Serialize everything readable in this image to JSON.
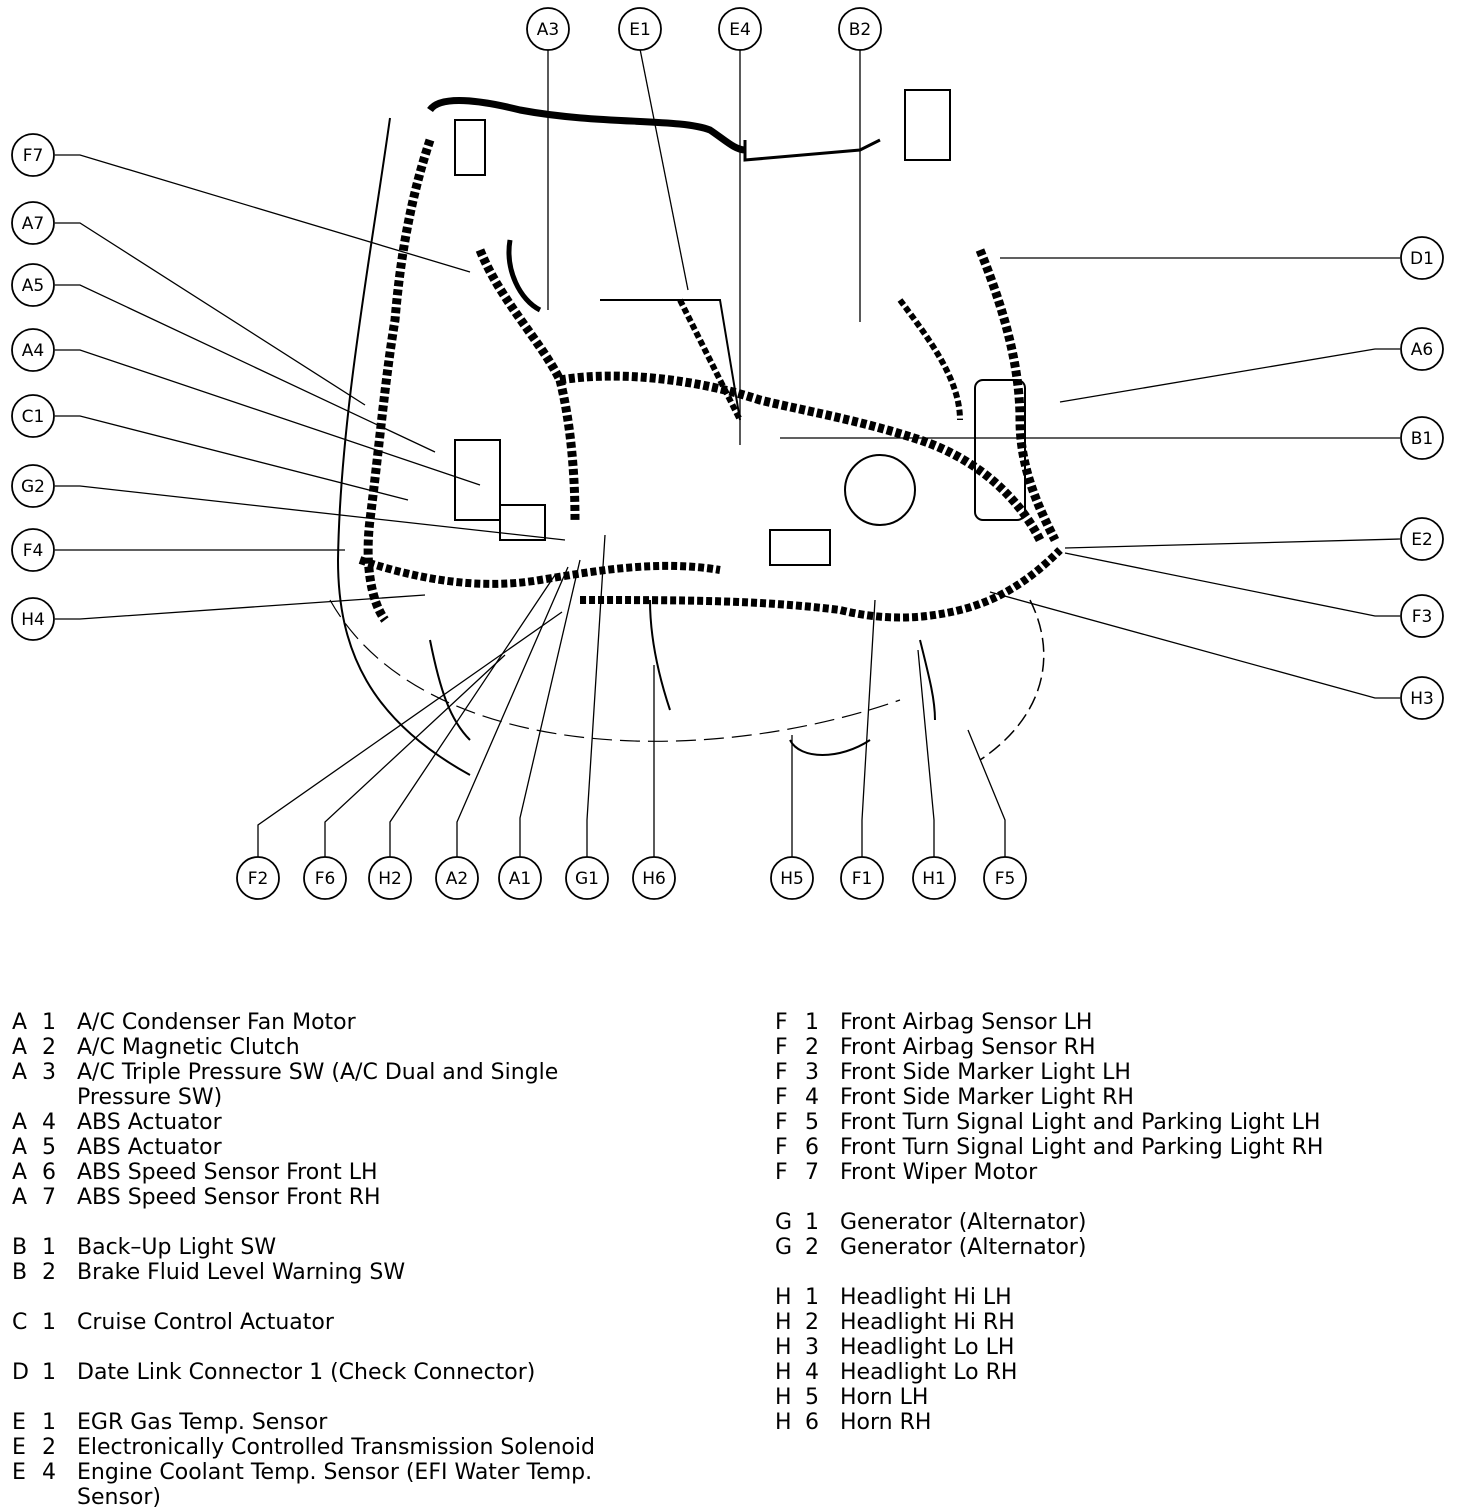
{
  "callouts": {
    "A3": "A3",
    "E1": "E1",
    "E4": "E4",
    "B2": "B2",
    "F7": "F7",
    "A7": "A7",
    "A5": "A5",
    "A4": "A4",
    "C1": "C1",
    "G2": "G2",
    "F4": "F4",
    "H4": "H4",
    "D1": "D1",
    "A6": "A6",
    "B1": "B1",
    "E2": "E2",
    "F3": "F3",
    "H3": "H3",
    "F2": "F2",
    "F6": "F6",
    "H2": "H2",
    "A2": "A2",
    "A1": "A1",
    "G1": "G1",
    "H6": "H6",
    "H5": "H5",
    "F1": "F1",
    "H1": "H1",
    "F5": "F5"
  },
  "legend_left": [
    {
      "letter": "A",
      "num": "1",
      "desc": "A/C Condenser Fan Motor"
    },
    {
      "letter": "A",
      "num": "2",
      "desc": "A/C Magnetic Clutch"
    },
    {
      "letter": "A",
      "num": "3",
      "desc": "A/C Triple Pressure SW (A/C Dual and Single Pressure SW)"
    },
    {
      "letter": "A",
      "num": "4",
      "desc": "ABS Actuator"
    },
    {
      "letter": "A",
      "num": "5",
      "desc": "ABS Actuator"
    },
    {
      "letter": "A",
      "num": "6",
      "desc": "ABS Speed Sensor Front LH"
    },
    {
      "letter": "A",
      "num": "7",
      "desc": "ABS Speed Sensor Front RH"
    },
    {
      "letter": "B",
      "num": "1",
      "desc": "Back–Up Light SW"
    },
    {
      "letter": "B",
      "num": "2",
      "desc": "Brake Fluid Level Warning SW"
    },
    {
      "letter": "C",
      "num": "1",
      "desc": "Cruise Control Actuator"
    },
    {
      "letter": "D",
      "num": "1",
      "desc": "Date Link Connector 1 (Check Connector)"
    },
    {
      "letter": "E",
      "num": "1",
      "desc": "EGR Gas Temp. Sensor"
    },
    {
      "letter": "E",
      "num": "2",
      "desc": "Electronically Controlled Transmission Solenoid"
    },
    {
      "letter": "E",
      "num": "4",
      "desc": "Engine Coolant Temp. Sensor (EFI Water Temp. Sensor)"
    }
  ],
  "legend_right": [
    {
      "letter": "F",
      "num": "1",
      "desc": "Front Airbag Sensor LH"
    },
    {
      "letter": "F",
      "num": "2",
      "desc": "Front Airbag Sensor RH"
    },
    {
      "letter": "F",
      "num": "3",
      "desc": "Front Side Marker Light LH"
    },
    {
      "letter": "F",
      "num": "4",
      "desc": "Front Side Marker Light RH"
    },
    {
      "letter": "F",
      "num": "5",
      "desc": "Front Turn Signal Light and Parking Light LH"
    },
    {
      "letter": "F",
      "num": "6",
      "desc": "Front Turn Signal Light and Parking Light RH"
    },
    {
      "letter": "F",
      "num": "7",
      "desc": "Front Wiper Motor"
    },
    {
      "letter": "G",
      "num": "1",
      "desc": "Generator (Alternator)"
    },
    {
      "letter": "G",
      "num": "2",
      "desc": "Generator (Alternator)"
    },
    {
      "letter": "H",
      "num": "1",
      "desc": "Headlight Hi LH"
    },
    {
      "letter": "H",
      "num": "2",
      "desc": "Headlight Hi RH"
    },
    {
      "letter": "H",
      "num": "3",
      "desc": "Headlight Lo LH"
    },
    {
      "letter": "H",
      "num": "4",
      "desc": "Headlight Lo RH"
    },
    {
      "letter": "H",
      "num": "5",
      "desc": "Horn LH"
    },
    {
      "letter": "H",
      "num": "6",
      "desc": "Horn RH"
    }
  ]
}
